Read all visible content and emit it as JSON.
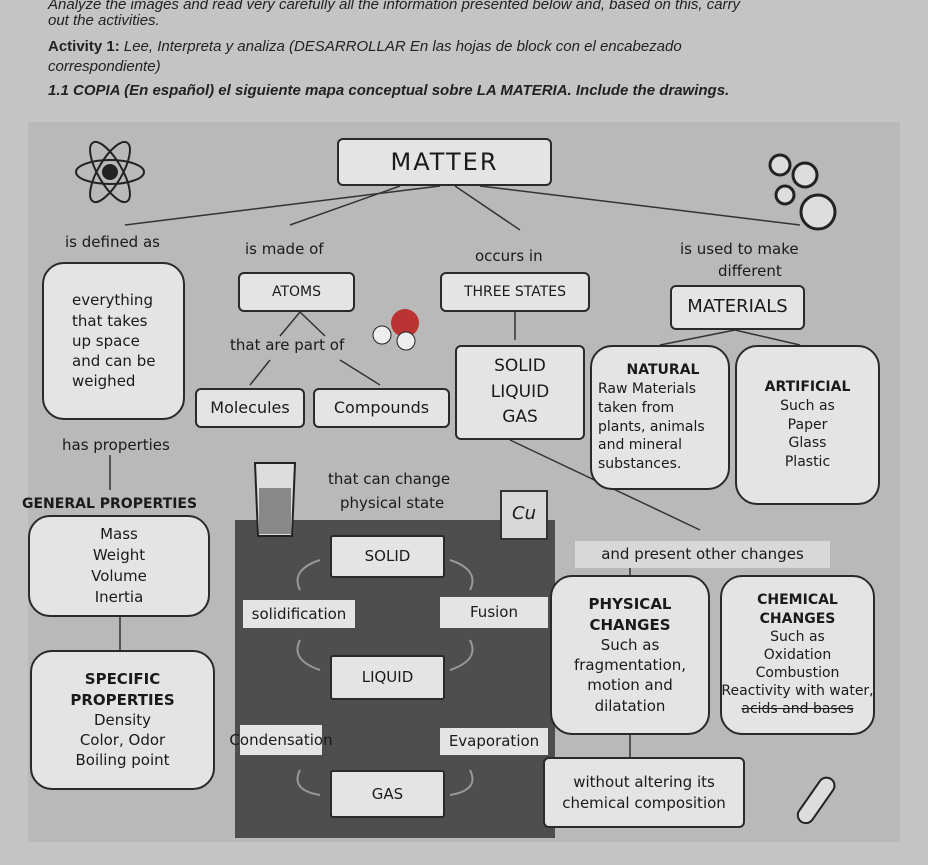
{
  "instructions": {
    "line1": "Analyze the images and read very carefully all the information presented below and, based on this, carry",
    "line2": "out the activities.",
    "activity_label": "Activity 1:",
    "activity_text": "Lee, Interpreta y analiza (DESARROLLAR En las hojas de block con el encabezado",
    "activity_text2": "correspondiente)",
    "task": "1.1 COPIA (En español) el siguiente mapa conceptual sobre LA MATERIA. Include the drawings."
  },
  "map": {
    "title": "MATTER",
    "links": {
      "defined": "is defined as",
      "made_of": "is made of",
      "occurs_in": "occurs in",
      "used_to_make": "is used to make",
      "different": "different",
      "part_of": "that are part of",
      "has_properties": "has properties",
      "can_change": "that can change",
      "physical_state": "physical state",
      "other_changes": "and present other changes"
    },
    "definition": [
      "everything",
      "that takes",
      "up space",
      "and can be",
      "weighed"
    ],
    "atoms": "ATOMS",
    "three_states": "THREE STATES",
    "materials": "MATERIALS",
    "molecules": "Molecules",
    "compounds": "Compounds",
    "states": [
      "SOLID",
      "LIQUID",
      "GAS"
    ],
    "natural": {
      "title": "NATURAL",
      "lines": [
        "Raw Materials",
        "taken from",
        "plants, animals",
        "and mineral",
        "substances."
      ]
    },
    "artificial": {
      "title": "ARTIFICIAL",
      "lines": [
        "Such as",
        "Paper",
        "Glass",
        "Plastic"
      ]
    },
    "general": {
      "title": "GENERAL PROPERTIES",
      "items": [
        "Mass",
        "Weight",
        "Volume",
        "Inertia"
      ]
    },
    "specific": {
      "title1": "SPECIFIC",
      "title2": "PROPERTIES",
      "items": [
        "Density",
        "Color, Odor",
        "Boiling point"
      ]
    },
    "cycle": {
      "solid": "SOLID",
      "liquid": "LIQUID",
      "gas": "GAS",
      "solidification": "solidification",
      "fusion": "Fusion",
      "condensation": "Condensation",
      "evaporation": "Evaporation"
    },
    "physical": {
      "title1": "PHYSICAL",
      "title2": "CHANGES",
      "lines": [
        "Such as",
        "fragmentation,",
        "motion and",
        "dilatation"
      ]
    },
    "chemical": {
      "title1": "CHEMICAL",
      "title2": "CHANGES",
      "lines": [
        "Such as",
        "Oxidation",
        "Combustion",
        "Reactivity with water,",
        "acids and bases"
      ]
    },
    "without": [
      "without altering its",
      "chemical composition"
    ],
    "icons": {
      "atom": "atom-icon",
      "molecule": "molecule-icon",
      "water": "water-molecule-icon",
      "beaker": "beaker-icon",
      "copper": "copper-cube-icon",
      "test_tube": "test-tube-icon"
    },
    "icon_labels": {
      "copper": "Cu"
    }
  }
}
